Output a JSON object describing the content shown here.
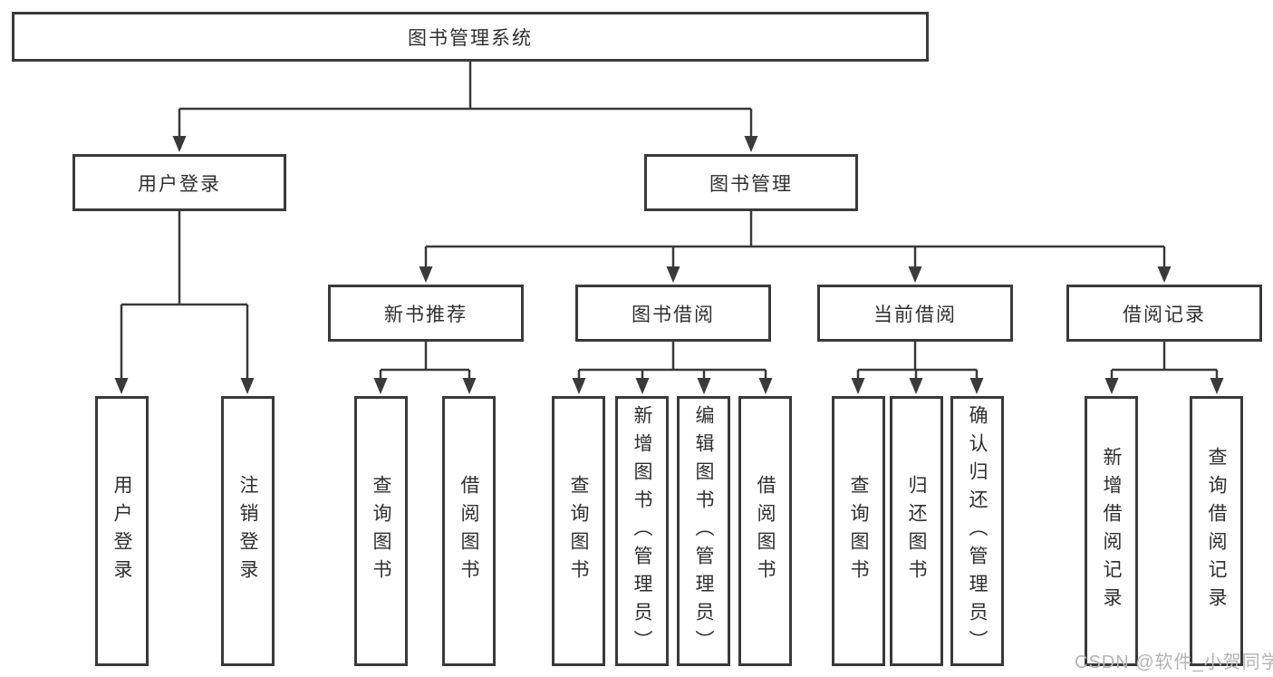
{
  "diagram": {
    "root": {
      "label": "图书管理系统"
    },
    "branches": [
      {
        "id": "user-login",
        "label": "用户登录",
        "children": [
          "用户登录",
          "注销登录"
        ]
      },
      {
        "id": "book-management",
        "label": "图书管理",
        "sections": [
          {
            "id": "new-book-recommend",
            "label": "新书推荐",
            "children": [
              "查询图书",
              "借阅图书"
            ]
          },
          {
            "id": "book-borrowing",
            "label": "图书借阅",
            "children": [
              "查询图书",
              "新增图书（管理员）",
              "编辑图书（管理员）",
              "借阅图书"
            ]
          },
          {
            "id": "current-borrowing",
            "label": "当前借阅",
            "children": [
              "查询图书",
              "归还图书",
              "确认归还（管理员）"
            ]
          },
          {
            "id": "borrow-records",
            "label": "借阅记录",
            "children": [
              "新增借阅记录",
              "查询借阅记录"
            ]
          }
        ]
      }
    ],
    "watermark": "CSDN @软件_小贺同学",
    "colors": {
      "line": "#3a3a3a",
      "text": "#2f2f2f",
      "watermark": "#b4b4b4",
      "background": "#ffffff"
    }
  }
}
